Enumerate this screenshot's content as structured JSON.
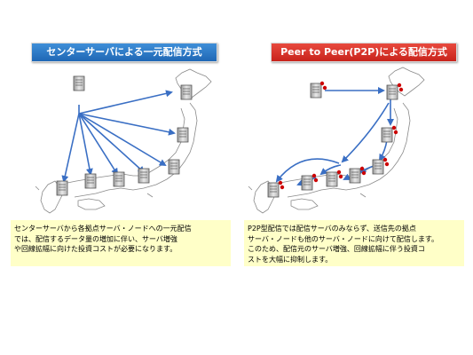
{
  "slide": {
    "left_panel": {
      "title": "センターサーバによる一元配信方式",
      "caption_lines": [
        "センターサーバから各拠点サーバ・ノードへの一元配信",
        "では、配信するデータ量の増加に伴い、サーバ増強",
        "や回線拡幅に向けた投資コストが必要になります。"
      ]
    },
    "right_panel": {
      "title": "Peer to Peer(P2P)による配信方式",
      "caption_lines": [
        "P2P型配信では配信サーバのみならず、送信先の拠点",
        "サーバ・ノードも他のサーバ・ノードに向けて配信します。",
        "このため、配信元のサーバ増強、回線拡幅に伴う投資コ",
        "ストを大幅に抑制します。"
      ]
    },
    "colors": {
      "left_title": "#2a7ac8",
      "right_title": "#d4302a",
      "arrow_left": "#3a6fc4",
      "arrow_right": "#3a6fc4",
      "caption_bg": "#ffffc8",
      "peer_dot": "#cc0000"
    }
  }
}
